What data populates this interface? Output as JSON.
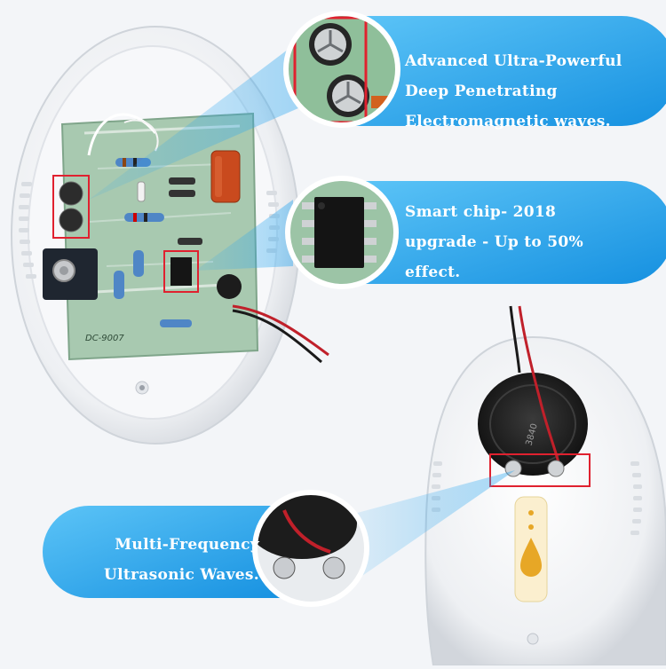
{
  "callouts": [
    {
      "lines": [
        "Advanced Ultra-Powerful",
        "Deep Penetrating",
        "Electromagnetic waves."
      ]
    },
    {
      "lines": [
        "Smart chip- 2018",
        "upgrade - Up to 50%",
        "effect."
      ]
    },
    {
      "lines": [
        "Multi-Frequency",
        "Ultrasonic Waves."
      ]
    }
  ],
  "board": {
    "model_label": "DC-9007",
    "speaker_label": "3840"
  },
  "colors": {
    "banner_blue": "#1fa0ec",
    "banner_blue_light": "#5cc4f7",
    "highlight_red": "#e0212f",
    "pcb_green": "#a8c9b0",
    "device_white": "#ffffff"
  }
}
